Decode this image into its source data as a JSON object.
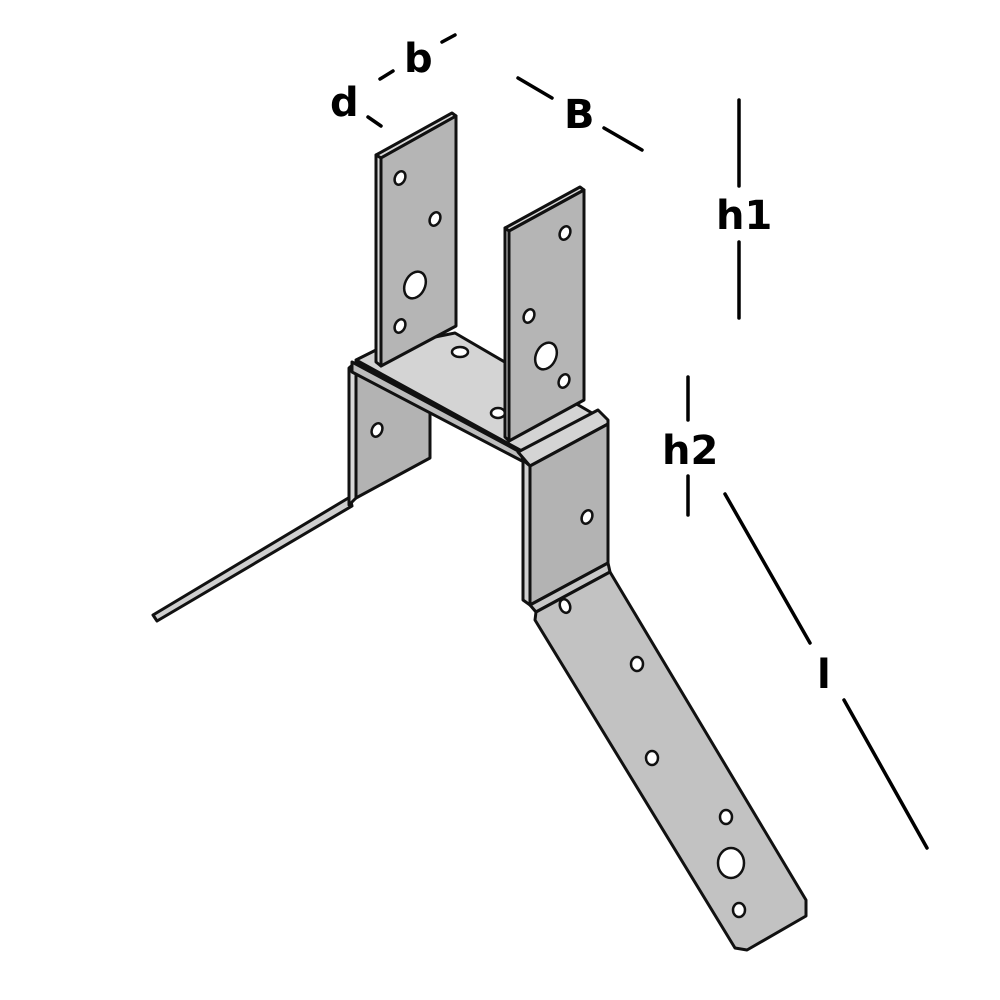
{
  "figure": {
    "subject": "U-shaped post base bracket with angled anchor strap",
    "colors": {
      "background": "#ffffff",
      "face_dark": "#b3b3b3",
      "face_mid": "#c2c2c2",
      "face_light": "#d4d4d4",
      "edge": "#111111"
    }
  },
  "dimensions": {
    "d": "d",
    "b": "b",
    "B": "B",
    "h1": "h1",
    "h2": "h2",
    "l": "l"
  }
}
